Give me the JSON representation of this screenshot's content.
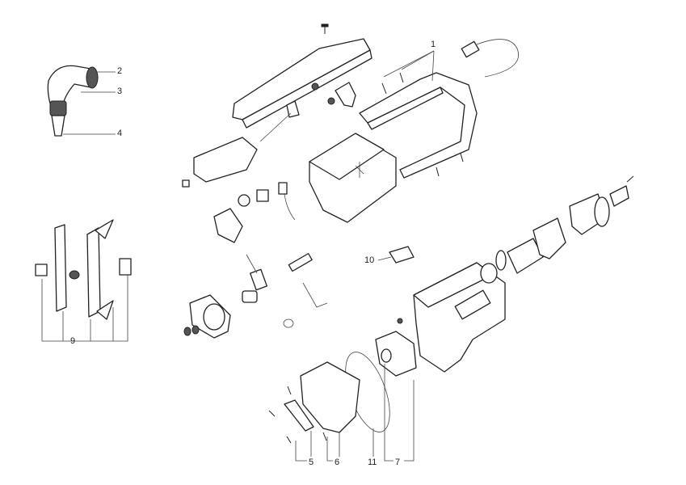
{
  "diagram": {
    "type": "exploded-parts-view",
    "callouts": [
      {
        "id": "1",
        "label": "1"
      },
      {
        "id": "2",
        "label": "2"
      },
      {
        "id": "3",
        "label": "3"
      },
      {
        "id": "4",
        "label": "4"
      },
      {
        "id": "5",
        "label": "5"
      },
      {
        "id": "6",
        "label": "6"
      },
      {
        "id": "7",
        "label": "7"
      },
      {
        "id": "9",
        "label": "9"
      },
      {
        "id": "10",
        "label": "10"
      },
      {
        "id": "11",
        "label": "11"
      }
    ]
  }
}
